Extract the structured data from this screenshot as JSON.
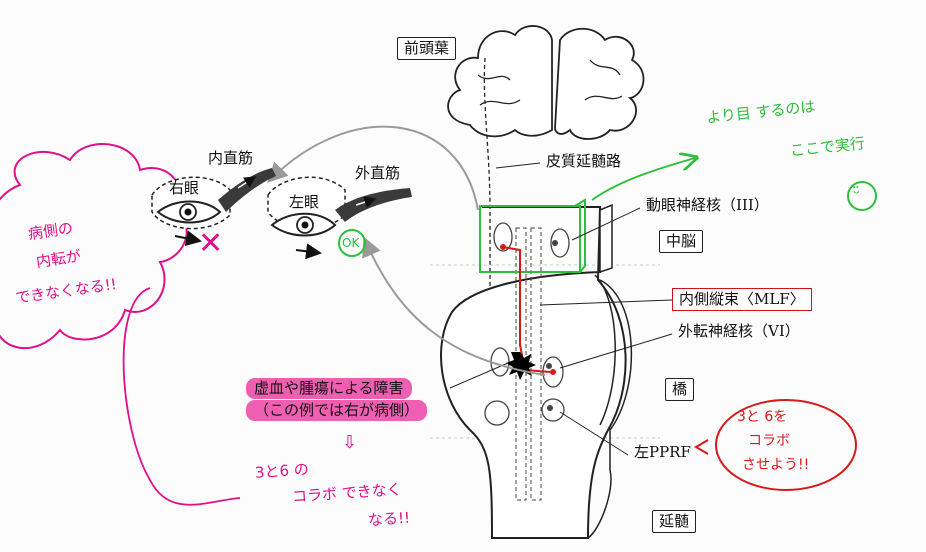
{
  "labels": {
    "frontal_lobe": "前頭葉",
    "corticobulbar_tract": "皮質延髄路",
    "oculomotor_nucleus": "動眼神経核（III）",
    "midbrain": "中脳",
    "mlf": "内側縦束〈MLF〉",
    "abducens_nucleus": "外転神経核（VI）",
    "pons": "橋",
    "left_pprf": "左PPRF",
    "medulla": "延髄",
    "medial_rectus": "内直筋",
    "lateral_rectus": "外直筋",
    "right_eye": "右眼",
    "left_eye": "左眼",
    "lesion_line1": "虚血や腫瘍による障害",
    "lesion_line2": "（この例では右が病側）"
  },
  "annotations": {
    "pink_cloud_line1": "病側の",
    "pink_cloud_line2": "内転が",
    "pink_cloud_line3": "できなくなる!!",
    "pink_arrow": "⇩",
    "pink_bottom_line1": "3と6 の",
    "pink_bottom_line2": "コラボ できなく",
    "pink_bottom_line3": "なる!!",
    "green_note_line1": "より目 するのは",
    "green_note_line2": "ここで実行",
    "green_ok": "OK",
    "green_face": "ᵕ̈",
    "red_note_line1": "3と 6を",
    "red_note_line2": "コラボ",
    "red_note_line3": "させよう!!",
    "red_x": "✕"
  },
  "colors": {
    "pink": "#e0108a",
    "pink_highlight": "#ee5fb1",
    "green": "#2dbe3a",
    "red": "#d61a1a",
    "line": "#222222",
    "gray_arrow": "#9a9a9a",
    "muscle": "#3a3a3a"
  }
}
